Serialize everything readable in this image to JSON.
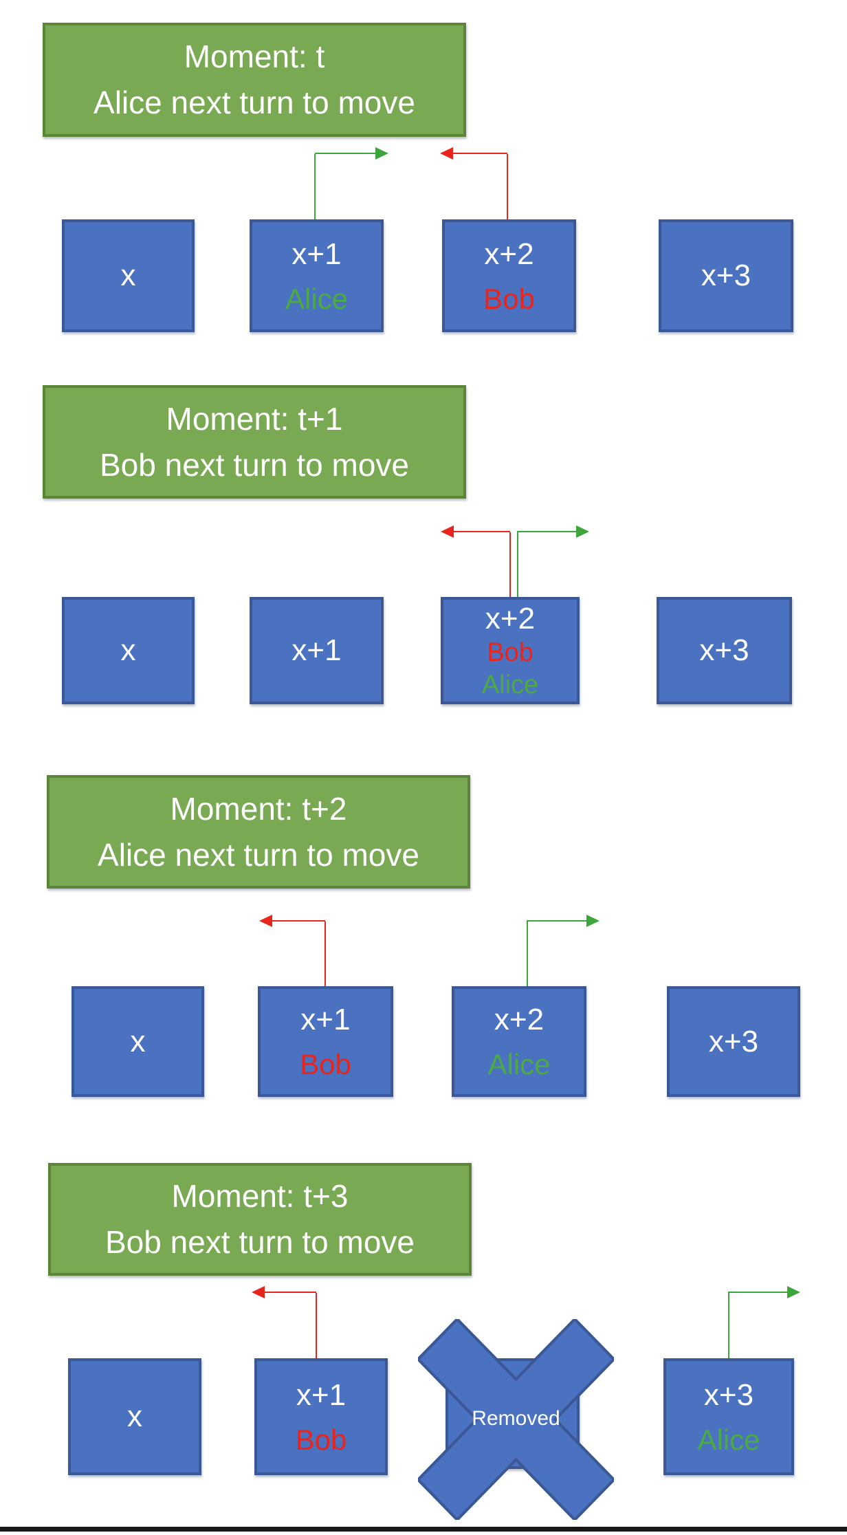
{
  "colors": {
    "boxFill": "#4A72C0",
    "boxBorder": "#3A5796",
    "headerFill": "#79A952",
    "headerBorder": "#5D8539",
    "arrowGreen": "#3CA63C",
    "arrowRed": "#E8251D",
    "occupantGreen": "#4BAA44",
    "occupantRed": "#E8251D",
    "bottomBar": "#17181A"
  },
  "sections": [
    {
      "header": {
        "line1": "Moment: t",
        "line2": "Alice next turn to move"
      },
      "cells": [
        {
          "label": "x"
        },
        {
          "label": "x+1",
          "occupants": [
            {
              "name": "Alice",
              "color": "green"
            }
          ]
        },
        {
          "label": "x+2",
          "occupants": [
            {
              "name": "Bob",
              "color": "red"
            }
          ]
        },
        {
          "label": "x+3"
        }
      ],
      "arrows": [
        {
          "player": "Alice",
          "color": "green",
          "from": "x+1",
          "direction": "up-then-right"
        },
        {
          "player": "Bob",
          "color": "red",
          "from": "x+2",
          "direction": "up-then-left"
        }
      ]
    },
    {
      "header": {
        "line1": "Moment: t+1",
        "line2": "Bob next turn to move"
      },
      "cells": [
        {
          "label": "x"
        },
        {
          "label": "x+1"
        },
        {
          "label": "x+2",
          "occupants": [
            {
              "name": "Bob",
              "color": "red"
            },
            {
              "name": "Alice",
              "color": "green"
            }
          ]
        },
        {
          "label": "x+3"
        }
      ],
      "arrows": [
        {
          "player": "Bob",
          "color": "red",
          "from": "x+2",
          "direction": "up-then-left"
        },
        {
          "player": "Alice",
          "color": "green",
          "from": "x+2",
          "direction": "up-then-right"
        }
      ]
    },
    {
      "header": {
        "line1": "Moment: t+2",
        "line2": "Alice next turn to move"
      },
      "cells": [
        {
          "label": "x"
        },
        {
          "label": "x+1",
          "occupants": [
            {
              "name": "Bob",
              "color": "red"
            }
          ]
        },
        {
          "label": "x+2",
          "occupants": [
            {
              "name": "Alice",
              "color": "green"
            }
          ]
        },
        {
          "label": "x+3"
        }
      ],
      "arrows": [
        {
          "player": "Bob",
          "color": "red",
          "from": "x+1",
          "direction": "up-then-left"
        },
        {
          "player": "Alice",
          "color": "green",
          "from": "x+2",
          "direction": "up-then-right"
        }
      ]
    },
    {
      "header": {
        "line1": "Moment: t+3",
        "line2": "Bob next turn to move"
      },
      "cells": [
        {
          "label": "x"
        },
        {
          "label": "x+1",
          "occupants": [
            {
              "name": "Bob",
              "color": "red"
            }
          ]
        },
        {
          "label": "Removed",
          "type": "removed"
        },
        {
          "label": "x+3",
          "occupants": [
            {
              "name": "Alice",
              "color": "green"
            }
          ]
        }
      ],
      "arrows": [
        {
          "player": "Bob",
          "color": "red",
          "from": "x+1",
          "direction": "up-then-left"
        },
        {
          "player": "Alice",
          "color": "green",
          "from": "x+3",
          "direction": "up-then-right"
        }
      ]
    }
  ]
}
